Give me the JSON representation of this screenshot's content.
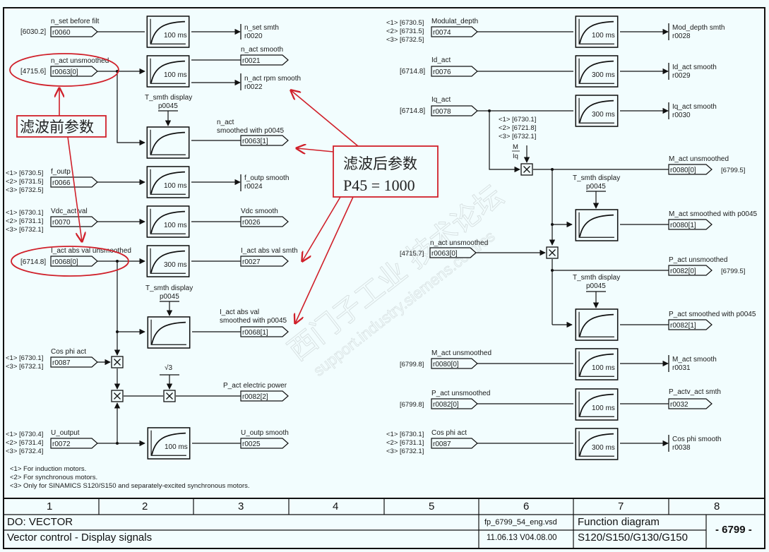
{
  "title_block": {
    "columns": [
      "1",
      "2",
      "3",
      "4",
      "5",
      "6",
      "7",
      "8"
    ],
    "drive_object": "DO: VECTOR",
    "description": "Vector control - Display signals",
    "file": "fp_6799_54_eng.vsd",
    "date_version": "11.06.13  V04.08.00",
    "diagram_type": "Function diagram",
    "devices": "S120/S150/G130/G150",
    "page": "- 6799 -"
  },
  "footnotes": [
    "<1> For induction motors.",
    "<2> For synchronous motors.",
    "<3> Only for SINAMICS S120/S150 and separately-excited synchronous motors."
  ],
  "annotations": {
    "before_filter": "滤波前参数",
    "after_filter_line1": "滤波后参数",
    "after_filter_line2": "P45 = 1000",
    "color": "#d0202a"
  },
  "watermark": {
    "cn": "西门子工业  技术论坛",
    "url": "support.industry.siemens.com/cs"
  },
  "common": {
    "tsmth_label": "T_smth display",
    "tsmth_param": "p0045",
    "sqrt3": "√3",
    "m_over_iq_num": "M",
    "m_over_iq_den": "Iq"
  },
  "left": {
    "nset": {
      "label": "n_set before filt",
      "ref": "[6030.2]",
      "param": "r0060",
      "time": "100 ms",
      "out_label": "n_set smth",
      "out_param": "r0020"
    },
    "nact": {
      "label": "n_act unsmoothed",
      "ref": "[4715.6]",
      "param": "r0063[0]",
      "time": "100 ms",
      "out1_label": "n_act smooth",
      "out1_param": "r0021",
      "out2_label": "n_act rpm smooth",
      "out2_param": "r0022",
      "out3_label1": "n_act",
      "out3_label2": "smoothed with p0045",
      "out3_param": "r0063[1]"
    },
    "foutp": {
      "label": "f_outp",
      "refs": [
        "<1> [6730.5]",
        "<2> [6731.5]",
        "<3> [6732.5]"
      ],
      "param": "r0066",
      "time": "100 ms",
      "out_label": "f_outp smooth",
      "out_param": "r0024"
    },
    "vdc": {
      "label": "Vdc_act val",
      "refs": [
        "<1> [6730.1]",
        "<2> [6731.1]",
        "<3> [6732.1]"
      ],
      "param": "r0070",
      "time": "100 ms",
      "out_label": "Vdc smooth",
      "out_param": "r0026"
    },
    "iact": {
      "label": "I_act abs val unsmoothed",
      "ref": "[6714.8]",
      "param": "r0068[0]",
      "time": "300 ms",
      "out1_label": "I_act abs val smth",
      "out1_param": "r0027",
      "out2_label1": "I_act abs val",
      "out2_label2": "smoothed with p0045",
      "out2_param": "r0068[1]"
    },
    "cosphi": {
      "label": "Cos phi act",
      "refs": [
        "<1> [6730.1]",
        "<3> [6732.1]"
      ],
      "param": "r0087"
    },
    "pact": {
      "out_label": "P_act electric power",
      "out_param": "r0082[2]"
    },
    "uout": {
      "label": "U_output",
      "refs": [
        "<1> [6730.4]",
        "<2> [6731.4]",
        "<3> [6732.4]"
      ],
      "param": "r0072",
      "time": "100 ms",
      "out_label": "U_outp smooth",
      "out_param": "r0025"
    }
  },
  "right": {
    "mod": {
      "label": "Modulat_depth",
      "refs": [
        "<1> [6730.5]",
        "<2> [6731.5]",
        "<3> [6732.5]"
      ],
      "param": "r0074",
      "time": "100 ms",
      "out_label": "Mod_depth smth",
      "out_param": "r0028"
    },
    "id": {
      "label": "Id_act",
      "ref": "[6714.8]",
      "param": "r0076",
      "time": "300 ms",
      "out_label": "Id_act smooth",
      "out_param": "r0029"
    },
    "iq": {
      "label": "Iq_act",
      "ref": "[6714.8]",
      "param": "r0078",
      "time": "300 ms",
      "out_label": "Iq_act smooth",
      "out_param": "r0030",
      "mrefs": [
        "<1> [6730.1]",
        "<2> [6721.8]",
        "<3> [6732.1]"
      ]
    },
    "mact": {
      "label": "M_act unsmoothed",
      "param": "r0080[0]",
      "ref": "[6799.5]",
      "smooth_label": "M_act smoothed with p0045",
      "smooth_param": "r0080[1]"
    },
    "nact": {
      "label": "n_act unsmoothed",
      "ref": "[4715.7]",
      "param": "r0063[0]"
    },
    "pact": {
      "label": "P_act unsmoothed",
      "param": "r0082[0]",
      "ref": "[6799.5]",
      "smooth_label": "P_act smoothed with p0045",
      "smooth_param": "r0082[1]"
    },
    "mact2": {
      "label": "M_act unsmoothed",
      "ref": "[6799.8]",
      "param": "r0080[0]",
      "time": "100 ms",
      "out_label": "M_act smooth",
      "out_param": "r0031"
    },
    "pact2": {
      "label": "P_act unsmoothed",
      "ref": "[6799.8]",
      "param": "r0082[0]",
      "time": "100 ms",
      "out_label": "P_actv_act smth",
      "out_param": "r0032"
    },
    "cos": {
      "label": "Cos phi act",
      "refs": [
        "<1> [6730.1]",
        "<2> [6731.1]",
        "<3> [6732.1]"
      ],
      "param": "r0087",
      "time": "300 ms",
      "out_label": "Cos phi smooth",
      "out_param": "r0038"
    }
  }
}
